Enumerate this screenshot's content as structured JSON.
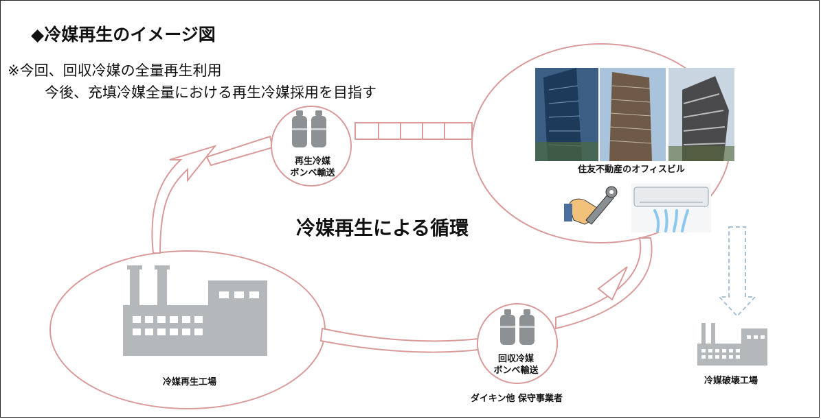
{
  "title": "◆冷媒再生のイメージ図",
  "note_line1": "※今回、回収冷媒の全量再生利用",
  "note_line2": "今後、充填冷媒全量における再生冷媒採用を目指す",
  "center_label": "冷媒再生による循環",
  "nodes": {
    "regen_transport": "再生冷媒\nボンベ輸送",
    "office": "住友不動産のオフィスビル",
    "recover_transport": "回収冷媒\nボンベ輸送",
    "daikin": "ダイキン他 保守事業者",
    "regen_plant": "冷媒再生工場",
    "destroy_plant": "冷媒破壊工場"
  },
  "icons": {
    "cylinders": "gas-cylinder-icon",
    "factory": "factory-icon",
    "wrench_hand": "hand-wrench-icon",
    "air_conditioner": "air-conditioner-icon",
    "buildings": "office-building-photo"
  },
  "colors": {
    "loop_stroke": "#d99a9a",
    "gray_icon": "#b5b8ba",
    "dashed_arrow": "#a9bfd3",
    "text": "#111111"
  }
}
